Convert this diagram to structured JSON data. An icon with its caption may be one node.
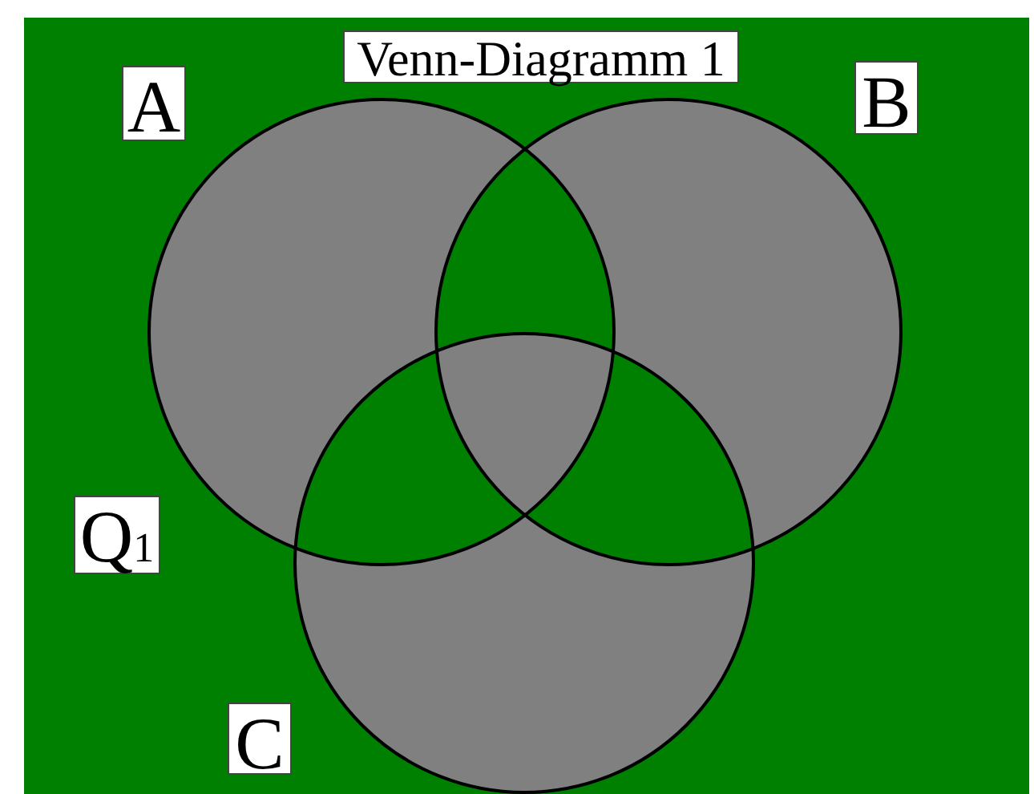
{
  "diagram": {
    "title": "Venn-Diagramm 1",
    "nodes": [
      {
        "text": [
          "A"
        ]
      },
      {
        "text": [
          "B"
        ]
      },
      {
        "text": [
          "C"
        ]
      }
    ],
    "labels": [
      "Q$_{1}$"
    ]
  }
}
